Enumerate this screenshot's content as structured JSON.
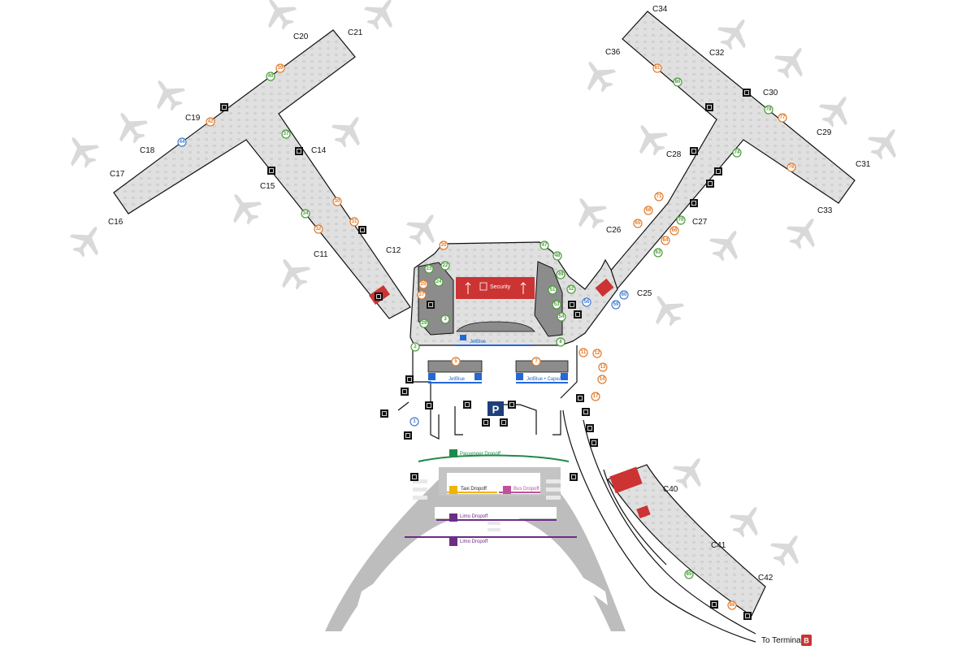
{
  "colors": {
    "concourse": "#e0e0e0",
    "tile": "#d0d0d0",
    "outline": "#111111",
    "dark_block": "#8c8c8c",
    "road": "#bdbdbd",
    "security": "#cc3333",
    "jetblue": "#2468d6",
    "green": "#4a9b3a",
    "orange": "#e07a2a",
    "blue": "#3e7bd1",
    "taxi": "#f0b400",
    "bus": "#c0509a",
    "limo": "#6b2d86",
    "passenger": "#1f8a4a",
    "plane": "#d9d9d9"
  },
  "gates": [
    {
      "id": "gate-c16",
      "label": "C16"
    },
    {
      "id": "gate-c17",
      "label": "C17"
    },
    {
      "id": "gate-c18",
      "label": "C18"
    },
    {
      "id": "gate-c19",
      "label": "C19"
    },
    {
      "id": "gate-c20",
      "label": "C20"
    },
    {
      "id": "gate-c21",
      "label": "C21"
    },
    {
      "id": "gate-c14",
      "label": "C14"
    },
    {
      "id": "gate-c15",
      "label": "C15"
    },
    {
      "id": "gate-c11",
      "label": "C11"
    },
    {
      "id": "gate-c12",
      "label": "C12"
    },
    {
      "id": "gate-c34",
      "label": "C34"
    },
    {
      "id": "gate-c36",
      "label": "C36"
    },
    {
      "id": "gate-c32",
      "label": "C32"
    },
    {
      "id": "gate-c30",
      "label": "C30"
    },
    {
      "id": "gate-c29",
      "label": "C29"
    },
    {
      "id": "gate-c31",
      "label": "C31"
    },
    {
      "id": "gate-c33",
      "label": "C33"
    },
    {
      "id": "gate-c28",
      "label": "C28"
    },
    {
      "id": "gate-c27",
      "label": "C27"
    },
    {
      "id": "gate-c26",
      "label": "C26"
    },
    {
      "id": "gate-c25",
      "label": "C25"
    },
    {
      "id": "gate-c40",
      "label": "C40"
    },
    {
      "id": "gate-c41",
      "label": "C41"
    },
    {
      "id": "gate-c42",
      "label": "C42"
    }
  ],
  "amenities": [
    {
      "n": "40",
      "c": "green"
    },
    {
      "n": "39",
      "c": "orange"
    },
    {
      "n": "42",
      "c": "orange"
    },
    {
      "n": "44",
      "c": "blue"
    },
    {
      "n": "37",
      "c": "green"
    },
    {
      "n": "30",
      "c": "orange"
    },
    {
      "n": "31",
      "c": "orange"
    },
    {
      "n": "34",
      "c": "green"
    },
    {
      "n": "32",
      "c": "orange"
    },
    {
      "n": "20",
      "c": "orange"
    },
    {
      "n": "22",
      "c": "green"
    },
    {
      "n": "23",
      "c": "green"
    },
    {
      "n": "24",
      "c": "green"
    },
    {
      "n": "25",
      "c": "orange"
    },
    {
      "n": "27",
      "c": "orange"
    },
    {
      "n": "29",
      "c": "green"
    },
    {
      "n": "3",
      "c": "green"
    },
    {
      "n": "2",
      "c": "green"
    },
    {
      "n": "47",
      "c": "green"
    },
    {
      "n": "48",
      "c": "green"
    },
    {
      "n": "49",
      "c": "green"
    },
    {
      "n": "52",
      "c": "green"
    },
    {
      "n": "51",
      "c": "green"
    },
    {
      "n": "53",
      "c": "green"
    },
    {
      "n": "54",
      "c": "green"
    },
    {
      "n": "56",
      "c": "blue"
    },
    {
      "n": "60",
      "c": "blue"
    },
    {
      "n": "59",
      "c": "blue"
    },
    {
      "n": "8",
      "c": "green"
    },
    {
      "n": "63",
      "c": "green"
    },
    {
      "n": "64",
      "c": "orange"
    },
    {
      "n": "66",
      "c": "orange"
    },
    {
      "n": "70",
      "c": "green"
    },
    {
      "n": "65",
      "c": "orange"
    },
    {
      "n": "68",
      "c": "orange"
    },
    {
      "n": "71",
      "c": "orange"
    },
    {
      "n": "74",
      "c": "green"
    },
    {
      "n": "76",
      "c": "orange"
    },
    {
      "n": "77",
      "c": "orange"
    },
    {
      "n": "78",
      "c": "green"
    },
    {
      "n": "80",
      "c": "green"
    },
    {
      "n": "81",
      "c": "orange"
    },
    {
      "n": "11",
      "c": "orange"
    },
    {
      "n": "12",
      "c": "orange"
    },
    {
      "n": "13",
      "c": "orange"
    },
    {
      "n": "14",
      "c": "orange"
    },
    {
      "n": "17",
      "c": "orange"
    },
    {
      "n": "5",
      "c": "orange"
    },
    {
      "n": "7",
      "c": "orange"
    },
    {
      "n": "1",
      "c": "blue"
    },
    {
      "n": "85",
      "c": "green"
    },
    {
      "n": "86",
      "c": "orange"
    }
  ],
  "security_label": "Security",
  "jetblue_label": "JetBlue",
  "checkin_left_label": "JetBlue",
  "checkin_right_label": "JetBlue • CapeAir",
  "parking_label": "P",
  "passenger_dropoff": "Passenger Dropoff",
  "taxi_dropoff": "Taxi Dropoff",
  "bus_dropoff": "Bus Dropoff",
  "limo_dropoff_1": "Limo Dropoff",
  "limo_dropoff_2": "Limo Dropoff",
  "to_terminal": "To Terminal",
  "terminal_badge": "B"
}
